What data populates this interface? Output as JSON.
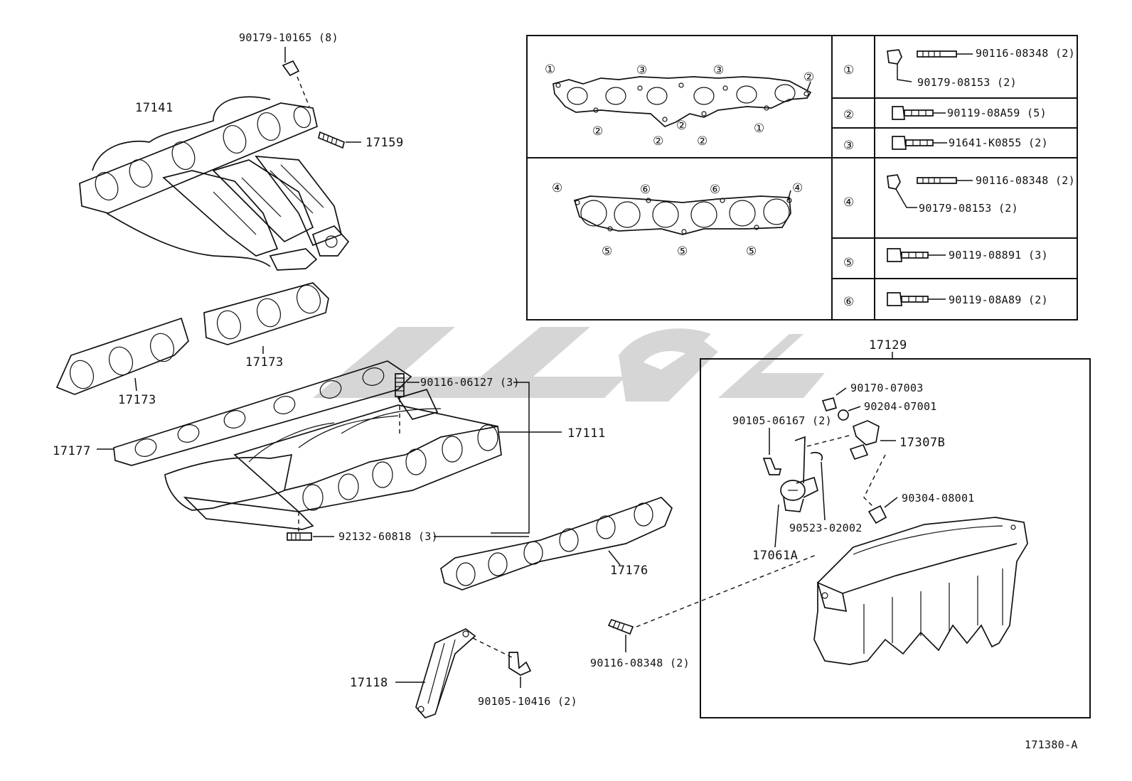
{
  "callouts": {
    "c1": "90179-10165 (8)",
    "c2": "17141",
    "c3": "17159",
    "c4": "17173",
    "c5": "17173",
    "c6": "90116-06127 (3)",
    "c7": "17111",
    "c8": "17177",
    "c9": "92132-60818 (3)",
    "c10": "17176",
    "c11": "17118",
    "c12": "90105-10416 (2)",
    "c13": "90116-08348 (2)",
    "c14": "17129",
    "c15": "90170-07003",
    "c16": "90204-07001",
    "c17": "90105-06167 (2)",
    "c18": "17307B",
    "c19": "90304-08001",
    "c20": "90523-02002",
    "c21": "17061A",
    "c22": "171380-A"
  },
  "table": {
    "rows": [
      {
        "marker": "①",
        "parts": [
          "90116-08348 (2)",
          "90179-08153 (2)"
        ]
      },
      {
        "marker": "②",
        "parts": [
          "90119-08A59 (5)"
        ]
      },
      {
        "marker": "③",
        "parts": [
          "91641-K0855 (2)"
        ]
      },
      {
        "marker": "④",
        "parts": [
          "90116-08348 (2)",
          "90179-08153 (2)"
        ]
      },
      {
        "marker": "⑤",
        "parts": [
          "90119-08891 (3)"
        ]
      },
      {
        "marker": "⑥",
        "parts": [
          "90119-08A89 (2)"
        ]
      }
    ]
  },
  "gaskets": {
    "upper": [
      "①",
      "③",
      "③",
      "②",
      "②",
      "②",
      "②",
      "②",
      "①"
    ],
    "lower": [
      "④",
      "⑥",
      "⑥",
      "④",
      "⑤",
      "⑤",
      "⑤"
    ]
  }
}
